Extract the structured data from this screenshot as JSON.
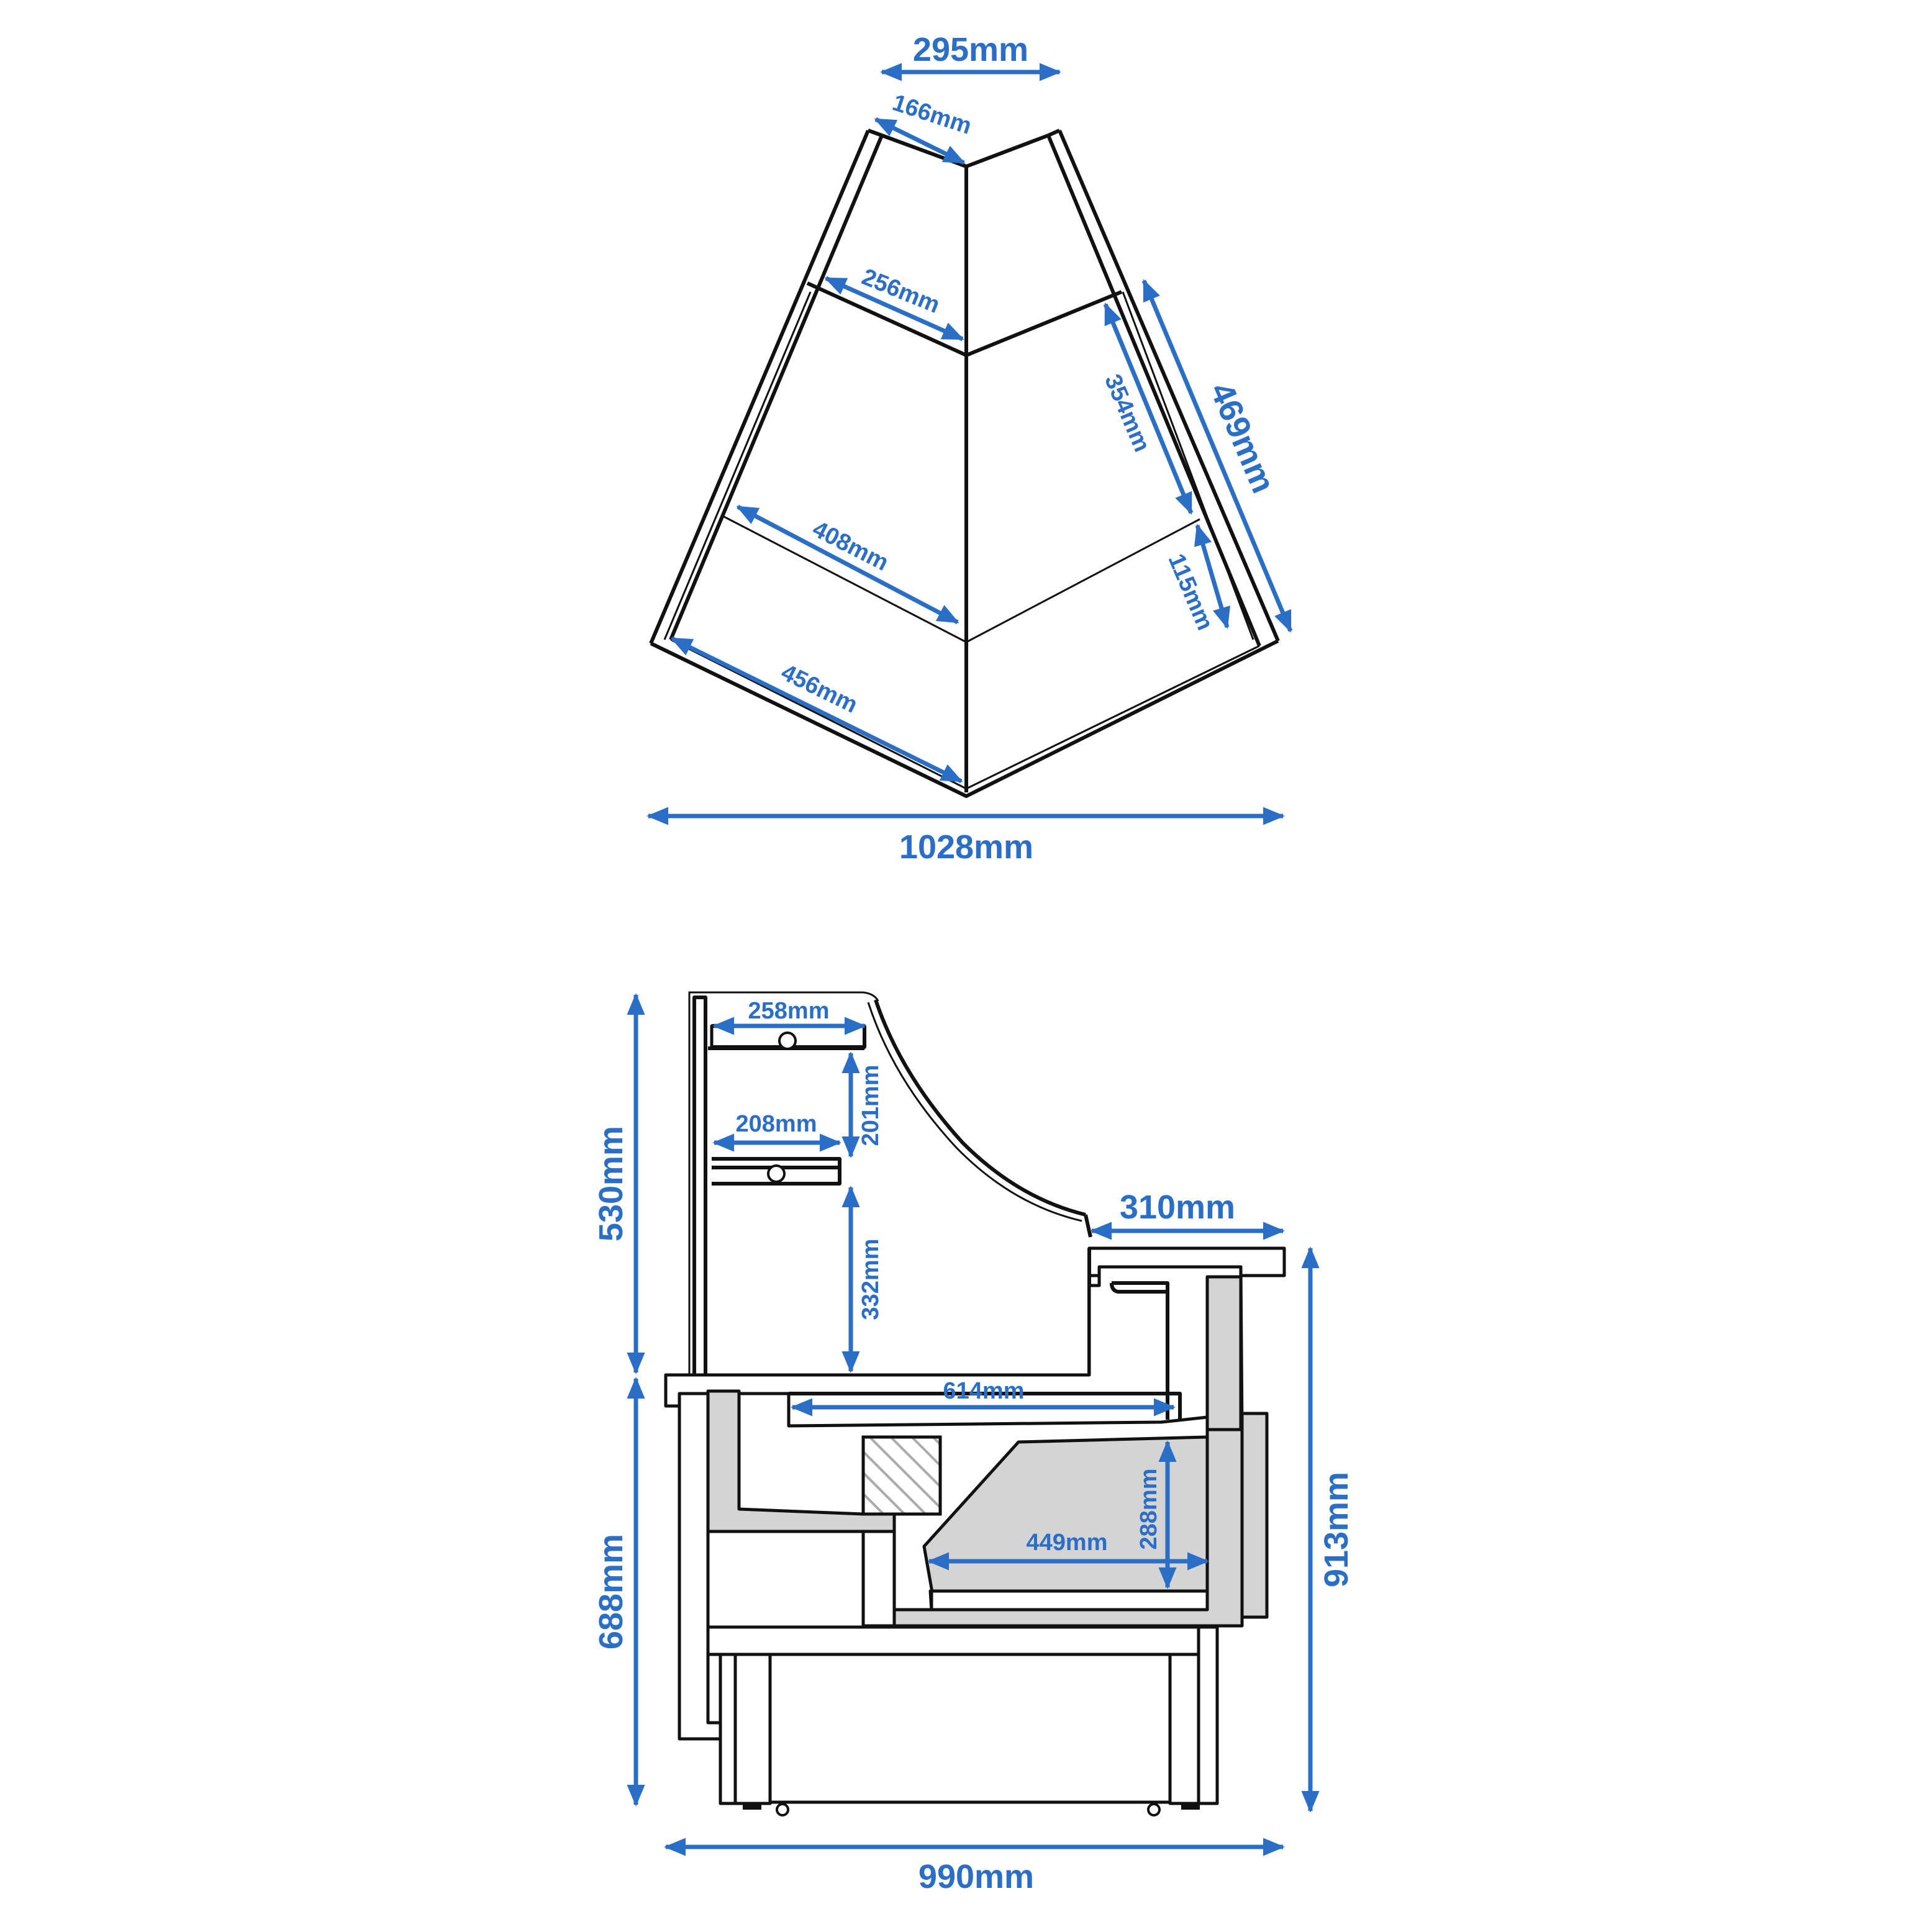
{
  "colors": {
    "dimension": "#2a6ec6",
    "outline": "#111111",
    "fill": "#d4d4d4",
    "hatch": "#aaaaaa"
  },
  "top_view": {
    "dims": {
      "total_width": "1028mm",
      "top_width": "295mm",
      "top_edge": "166mm",
      "upper_shelf": "256mm",
      "middle_shelf": "408mm",
      "base": "456mm",
      "side_depth": "469mm",
      "side_upper": "354mm",
      "side_lower": "115mm"
    }
  },
  "side_view": {
    "dims": {
      "top_shelf": "258mm",
      "mid_shelf": "208mm",
      "shelf_gap": "201mm",
      "lower_gap": "332mm",
      "glass_height": "530mm",
      "base_height": "688mm",
      "total_height": "913mm",
      "counter_depth": "310mm",
      "display_depth": "614mm",
      "storage_depth": "449mm",
      "storage_height": "288mm",
      "total_depth": "990mm"
    }
  }
}
